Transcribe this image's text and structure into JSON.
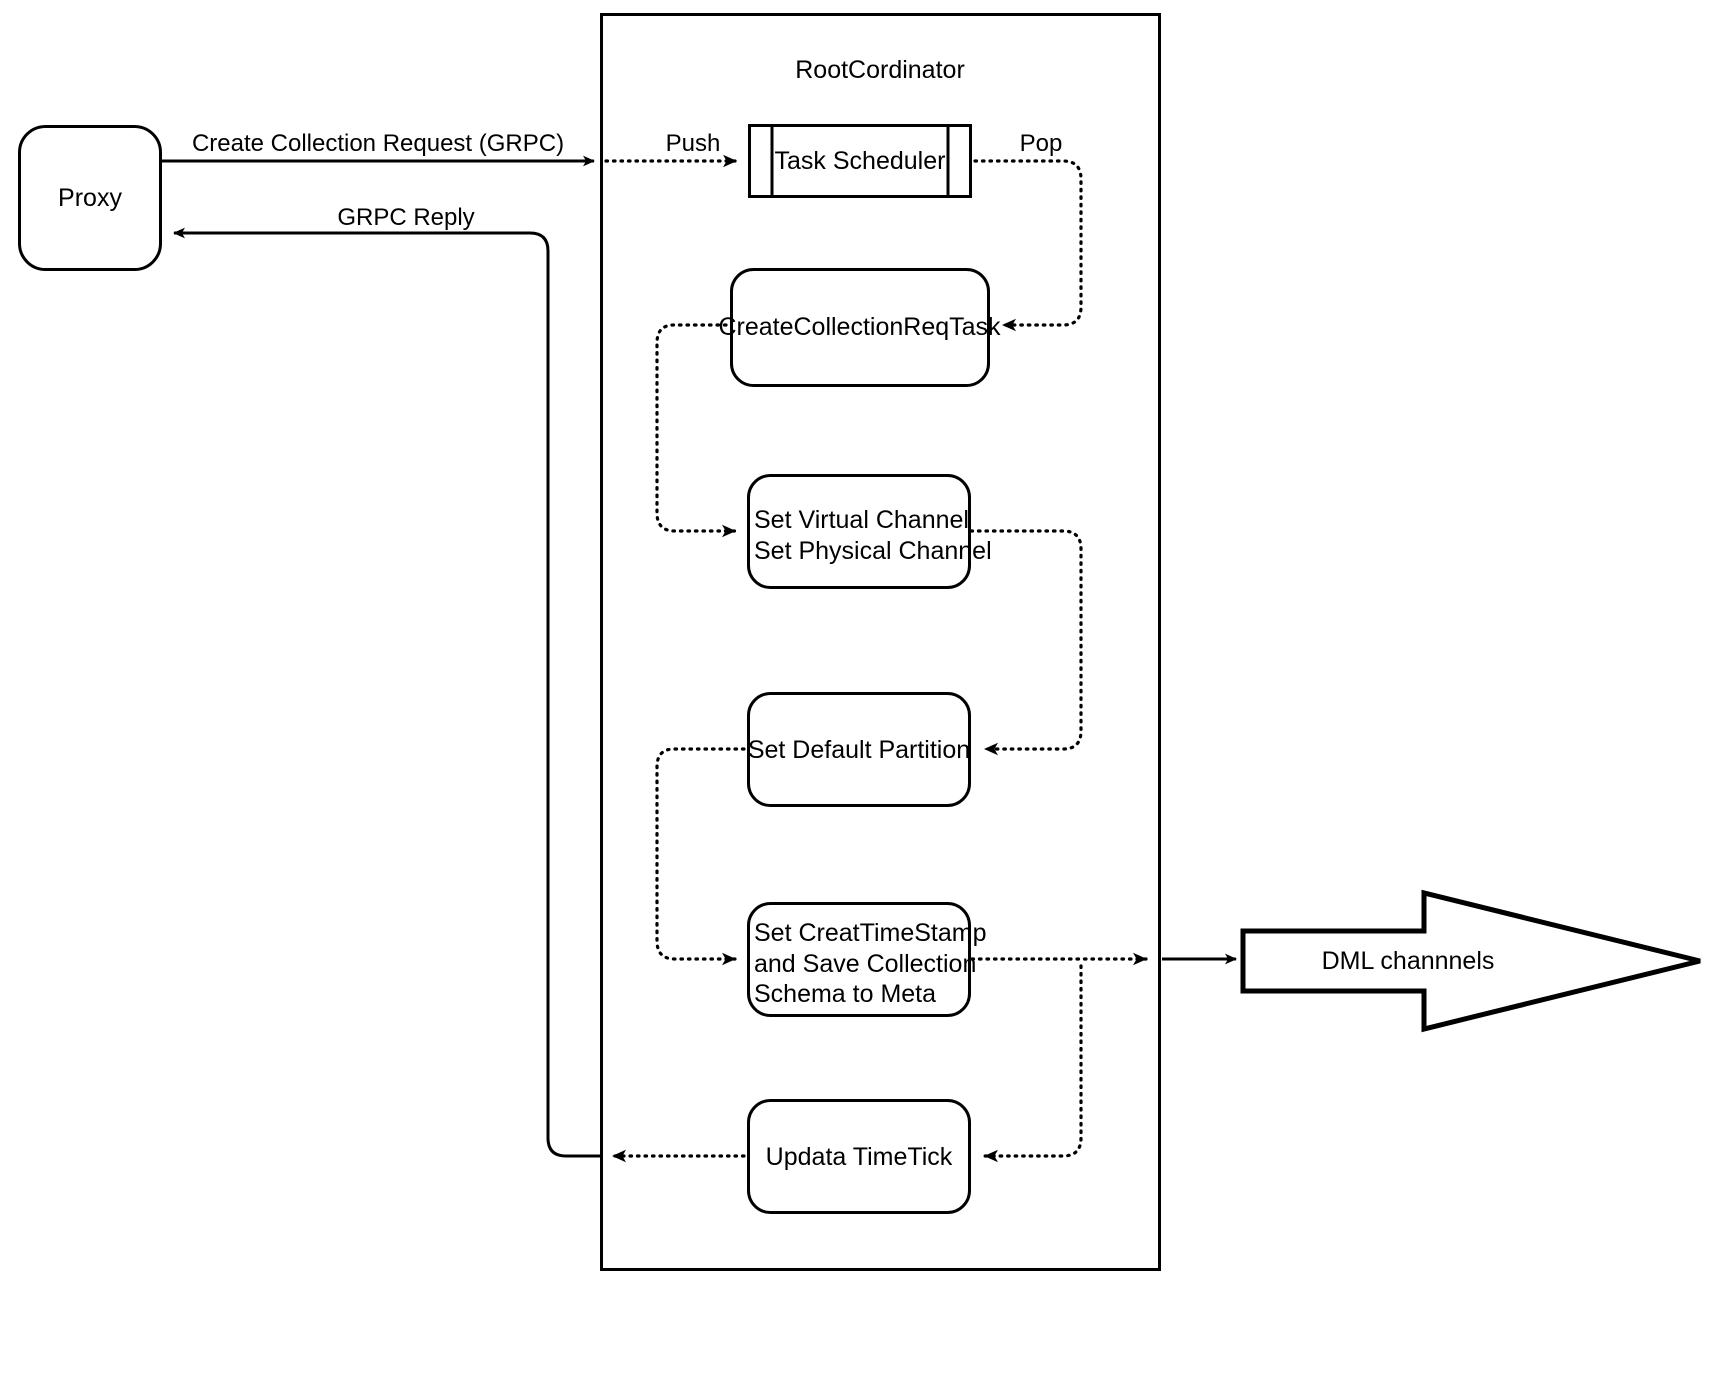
{
  "diagram": {
    "type": "flowchart",
    "title_visible": false,
    "background": "#ffffff",
    "stroke_color": "#000000",
    "container": {
      "name": "RootCordinator",
      "label": "RootCordinator"
    },
    "external_nodes": [
      {
        "id": "proxy",
        "label": "Proxy",
        "shape": "rounded-rect"
      },
      {
        "id": "dml-channels",
        "label": "DML channnels",
        "shape": "block-arrow-right"
      }
    ],
    "internal_nodes": [
      {
        "id": "task-scheduler",
        "label": "Task Scheduler",
        "shape": "queue-rect"
      },
      {
        "id": "create-collection-req-task",
        "label": "CreateCollectionReqTask",
        "shape": "rounded-rect"
      },
      {
        "id": "set-channels",
        "label": "Set Virtual Channel\nSet Physical Channel",
        "lines": [
          "Set Virtual Channel",
          "Set Physical Channel"
        ],
        "shape": "rounded-rect"
      },
      {
        "id": "set-default-partition",
        "label": "Set Default Partition",
        "shape": "rounded-rect"
      },
      {
        "id": "set-create-timestamp",
        "label": "Set CreatTimeStamp\nand Save Collection\nSchema to Meta",
        "lines": [
          "Set CreatTimeStamp",
          "and Save Collection",
          "Schema to Meta"
        ],
        "shape": "rounded-rect"
      },
      {
        "id": "update-timetick",
        "label": "Updata TimeTick",
        "shape": "rounded-rect"
      }
    ],
    "edge_labels": [
      {
        "id": "create-collection-request",
        "label": "Create Collection Request (GRPC)",
        "style": "solid"
      },
      {
        "id": "grpc-reply",
        "label": "GRPC Reply",
        "style": "solid"
      },
      {
        "id": "push",
        "label": "Push",
        "style": "dotted"
      },
      {
        "id": "pop",
        "label": "Pop",
        "style": "dotted"
      }
    ]
  }
}
